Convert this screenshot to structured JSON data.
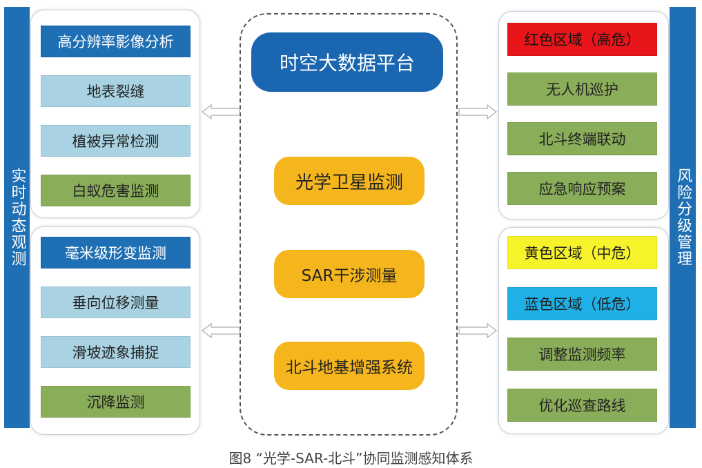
{
  "left_sidebar": {
    "label": "实时动态观测"
  },
  "right_sidebar": {
    "label": "风险分级管理"
  },
  "left_panels": [
    {
      "header": "高分辨率影像分析",
      "items": [
        "地表裂缝",
        "植被异常检测",
        "白蚁危害监测"
      ]
    },
    {
      "header": "毫米级形变监测",
      "items": [
        "垂向位移测量",
        "滑坡迹象捕捉",
        "沉降监测"
      ]
    }
  ],
  "center": {
    "platform": "时空大数据平台",
    "methods": [
      "光学卫星监测",
      "SAR干涉测量",
      "北斗地基增强系统"
    ]
  },
  "right_panels": [
    {
      "header": "红色区域（高危）",
      "items": [
        "无人机巡护",
        "北斗终端联动",
        "应急响应预案"
      ]
    },
    {
      "headers": [
        "黄色区域（中危）",
        "蓝色区域（低危）"
      ],
      "items": [
        "调整监测频率",
        "优化巡查路线"
      ]
    }
  ],
  "caption": "图8 “光学-SAR-北斗”协同监测感知体系",
  "colors": {
    "dark_blue": "#1f6fb4",
    "light_blue": "#a9d3e3",
    "green": "#89ad58",
    "red": "#e8161a",
    "yellow": "#f7f32b",
    "sky_blue": "#1fb0e8",
    "orange": "#f5b51d"
  }
}
